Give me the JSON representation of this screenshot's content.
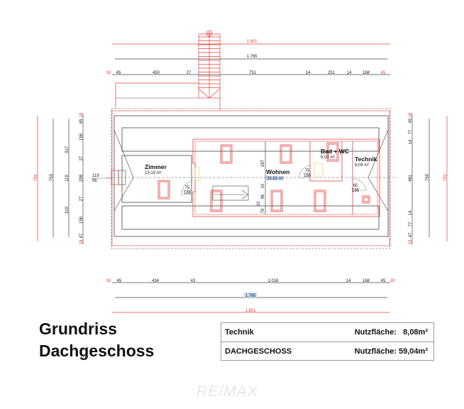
{
  "top_dims": {
    "overall_red": "1.801",
    "overall": "1.765",
    "segments": [
      "18",
      "45",
      "450",
      "27",
      "751",
      "14",
      "251",
      "14",
      "168",
      "45"
    ]
  },
  "bottom_dims": {
    "overall_red": "1.801",
    "overall": "1.765",
    "segments": [
      "18",
      "45",
      "434",
      "43",
      "1.016",
      "14",
      "168",
      "45",
      "18"
    ]
  },
  "left_dims": {
    "overall_red": "781",
    "overall": "753",
    "mid": [
      "317",
      "119",
      "319"
    ],
    "segments": [
      "18",
      "45",
      "156",
      "27",
      "298",
      "27",
      "156",
      "47",
      "18"
    ],
    "opening": [
      "119",
      "96"
    ]
  },
  "right_dims": {
    "overall_red": "781",
    "overall": "755",
    "segments": [
      "18",
      "45",
      "77",
      "14",
      "481",
      "14",
      "77",
      "47",
      "18"
    ]
  },
  "height_dims": [
    "287",
    "10",
    "96",
    "10",
    "78"
  ],
  "rooms": [
    {
      "name": "Zimmer",
      "area": "13,19 m²"
    },
    {
      "name": "Wohnen",
      "area": "39,63 m²"
    },
    {
      "name": "Bad + WC",
      "area": "6,02 m²"
    },
    {
      "name": "Technik",
      "area": "8,08 m²"
    }
  ],
  "doors": [
    {
      "width": "75",
      "height": "186"
    },
    {
      "width": "75",
      "height": "186"
    },
    {
      "width": "65",
      "height": "186"
    }
  ],
  "title": {
    "line1": "Grundriss",
    "line2": "Dachgeschoss"
  },
  "summary": [
    {
      "label": "Technik",
      "key": "Nutzfläche:",
      "value": "8,08m²"
    },
    {
      "label": "DACHGESCHOSS",
      "key": "Nutzfläche:",
      "value": "59,04m²"
    }
  ],
  "watermark": "RE/MAX",
  "colors": {
    "wall_red": "#e0403a",
    "line": "#444444"
  }
}
